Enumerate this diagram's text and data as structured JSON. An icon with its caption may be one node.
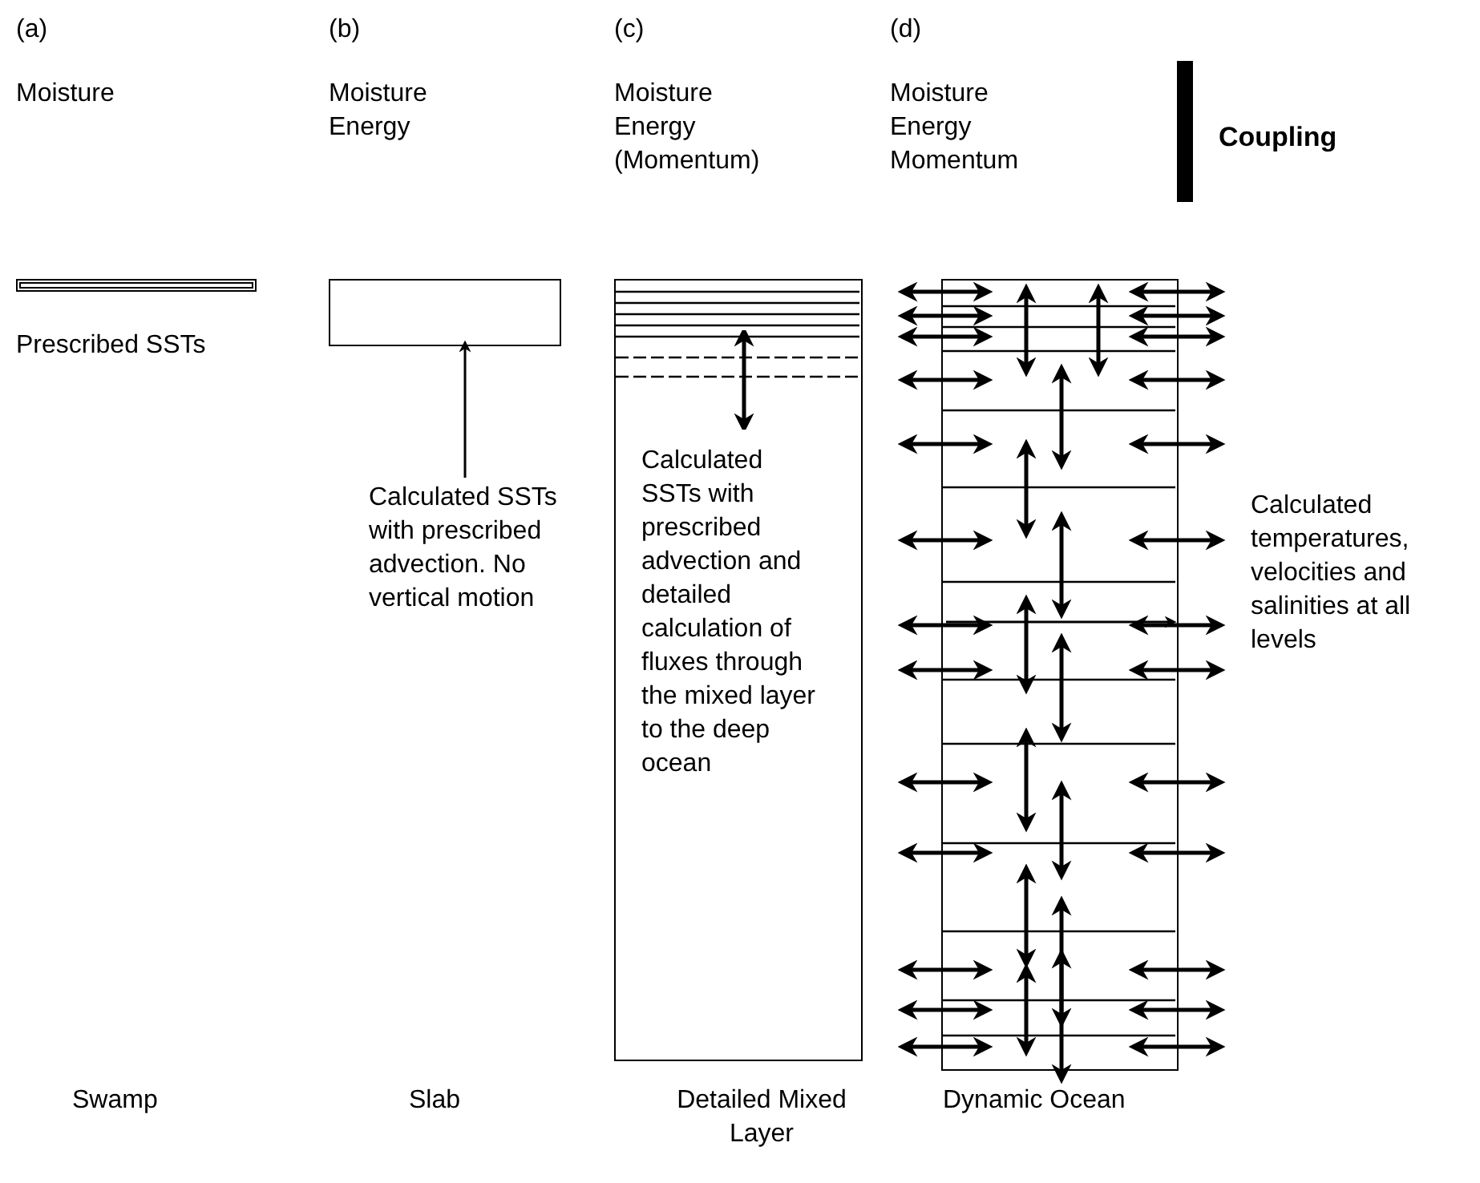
{
  "diagram": {
    "nodes": [
      {
        "text": [],
        "shape": "bar"
      },
      {
        "text": [],
        "shape": "box"
      },
      {
        "text": [
          "Calculated SSTs with prescribed advection. No vertical motion"
        ]
      },
      {
        "text": [
          "Calculated SSTs with prescribed advection and detailed calculation of fluxes through the mixed layer to the deep ocean"
        ]
      },
      {
        "text": [],
        "shape": "box"
      }
    ],
    "edges": [
      {
        "from": 2,
        "to": 1,
        "arrow": "to"
      }
    ],
    "labels": [
      "(a)",
      "(b)",
      "(c)",
      "(d)",
      "Moisture",
      "Moisture Energy",
      "Moisture Energy (Momentum)",
      "Moisture Energy Momentum",
      "Coupling",
      "Prescribed SSTs",
      "Calculated temperatures, velocities and salinities at all levels",
      "Swamp",
      "Slab",
      "Detailed Mixed Layer",
      "Dynamic Ocean"
    ]
  }
}
